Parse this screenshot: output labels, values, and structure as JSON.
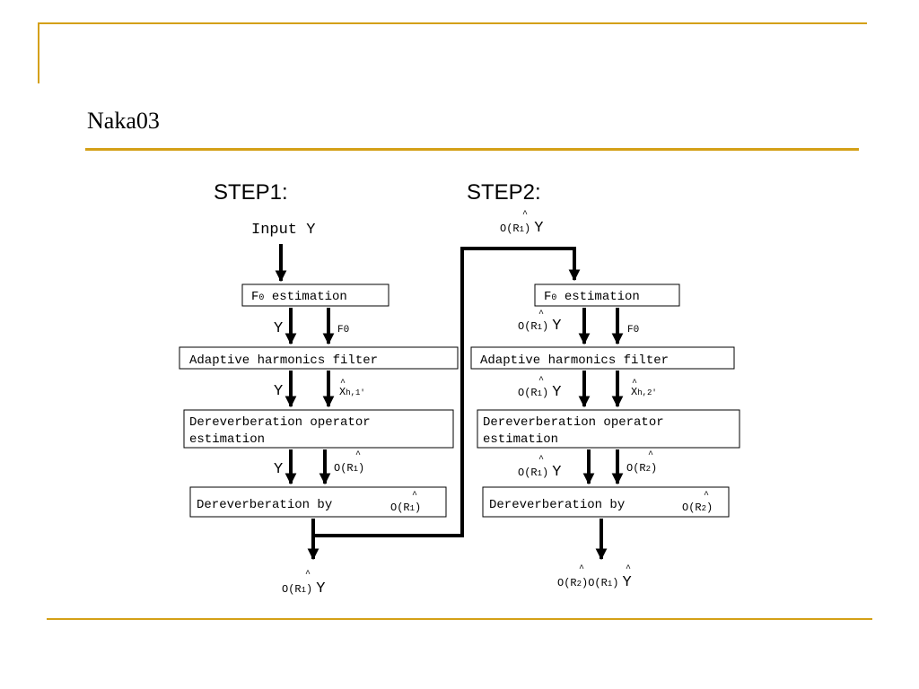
{
  "slide": {
    "title": "Naka03",
    "accent_color": "#d4a017"
  },
  "diagram": {
    "step1": {
      "heading": "STEP1:",
      "input": "Input Y",
      "box_f0": "F0 estimation",
      "box_ahf": "Adaptive harmonics filter",
      "box_deo_line1": "Dereverberation operator",
      "box_deo_line2": "estimation",
      "box_derev": "Dereverberation by",
      "edge_y": "Y",
      "edge_f0": "F0",
      "edge_xh": "Xh,1′",
      "edge_o": "O(R1)",
      "output": "O(R1)Y"
    },
    "step2": {
      "heading": "STEP2:",
      "input": "O(R1)Y",
      "box_f0": "F0 estimation",
      "box_ahf": "Adaptive harmonics filter",
      "box_deo_line1": "Dereverberation operator",
      "box_deo_line2": "estimation",
      "box_derev": "Dereverberation by",
      "edge_oy": "O(R1)Y",
      "edge_f0": "F0",
      "edge_xh": "Xh,2′",
      "edge_o": "O(R2)",
      "output": "O(R2)O(R1)Y"
    }
  }
}
